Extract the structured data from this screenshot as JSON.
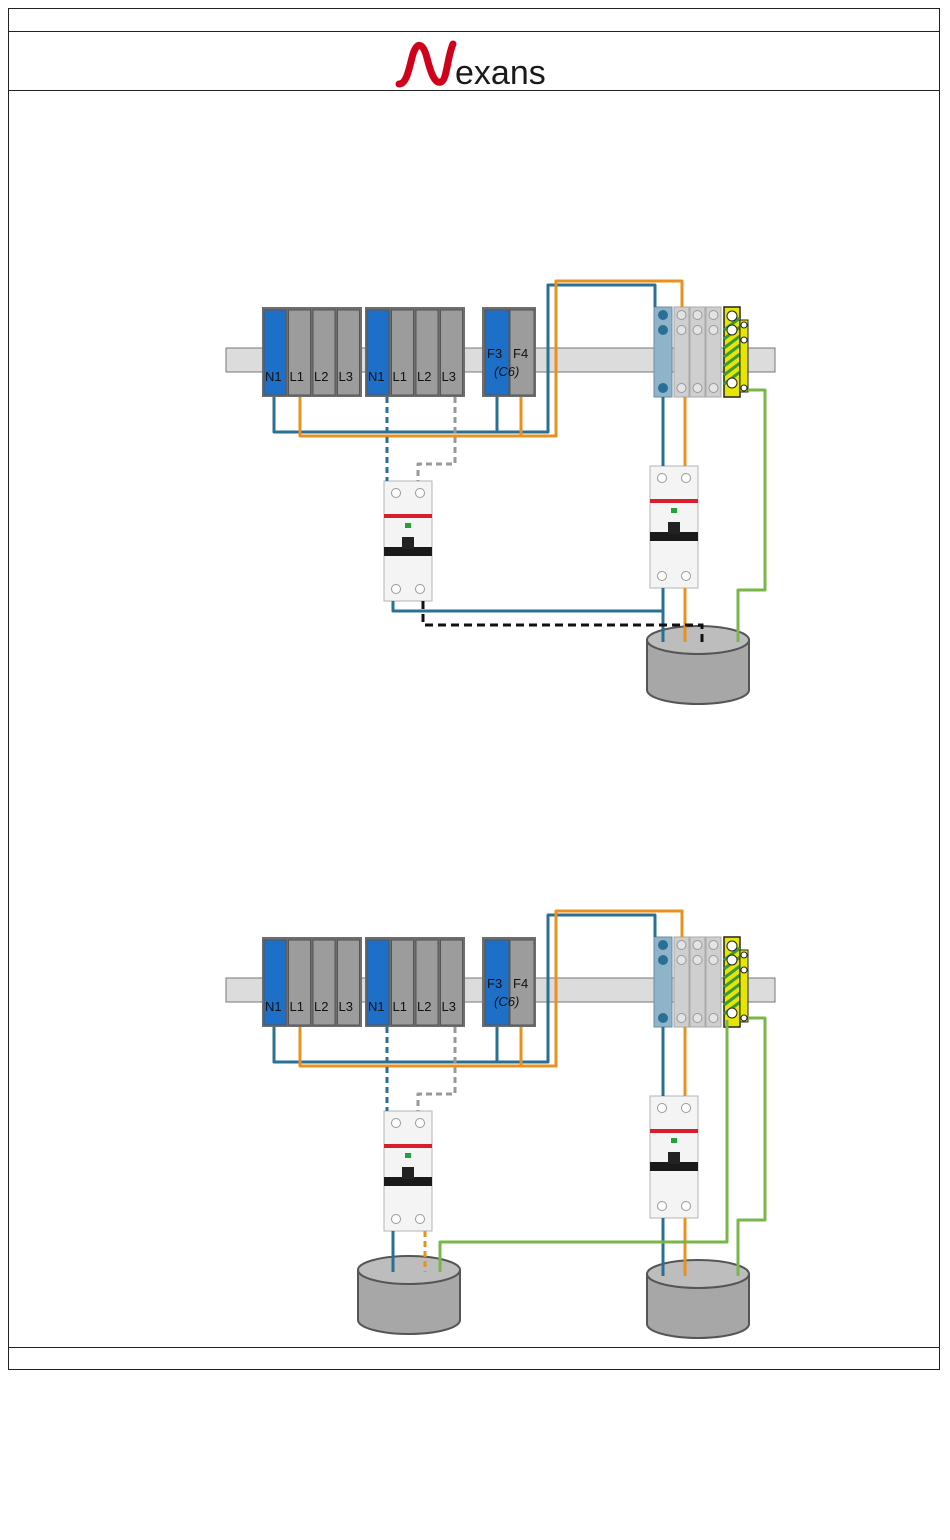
{
  "header": {
    "brand_initial": "N",
    "brand_rest": "exans",
    "brand_color": "#d0021b"
  },
  "diagrams": [
    {
      "name": "diagram-1",
      "module_group_1": [
        "N1",
        "L1",
        "L2",
        "L3"
      ],
      "module_group_2": [
        "N1",
        "L1",
        "L2",
        "L3"
      ],
      "fuse_labels": [
        "F3",
        "F4"
      ],
      "fuse_rating": "(C6)"
    },
    {
      "name": "diagram-2",
      "module_group_1": [
        "N1",
        "L1",
        "L2",
        "L3"
      ],
      "module_group_2": [
        "N1",
        "L1",
        "L2",
        "L3"
      ],
      "fuse_labels": [
        "F3",
        "F4"
      ],
      "fuse_rating": "(C6)"
    }
  ],
  "colors": {
    "neutral_blue": "#2a6f96",
    "phase_orange": "#e8911e",
    "earth_green": "#7ab648",
    "module_blue": "#1e6fc8",
    "module_grey": "#9c9c9c",
    "rail_grey": "#dcdcdc"
  }
}
